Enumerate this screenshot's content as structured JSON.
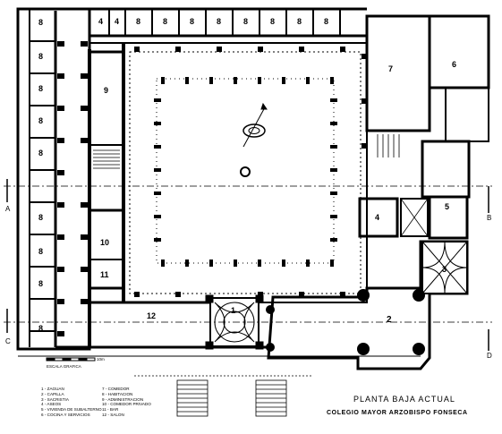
{
  "title": "PLANTA BAJA ACTUAL",
  "subtitle": "COLEGIO MAYOR ARZOBISPO FONSECA",
  "scale": {
    "label": "ESCALA  GRAFICA",
    "end_label": "10m"
  },
  "sections": {
    "A": "A",
    "B": "B",
    "C": "C",
    "D": "D"
  },
  "rooms": {
    "r1": "1",
    "r2": "2",
    "r3": "3",
    "r4": "4",
    "r5": "5",
    "r6": "6",
    "r7": "7",
    "r8": "8",
    "r9": "9",
    "r10": "10",
    "r11": "11",
    "r12": "12"
  },
  "legend": [
    "1 - ZAGUAN",
    "2 - CAPILLA",
    "3 - SACRISTIA",
    "4 - ASEOS",
    "5 - VIVIENDA DE SUBALTERNO",
    "6 - COCINA Y SERVICIOS",
    "7 - COMEDOR",
    "8 - HABITACION",
    "9 - ADMINISTRACION",
    "10 - COMEDOR PRIVADO",
    "11 - BAR",
    "12 - SALON"
  ]
}
